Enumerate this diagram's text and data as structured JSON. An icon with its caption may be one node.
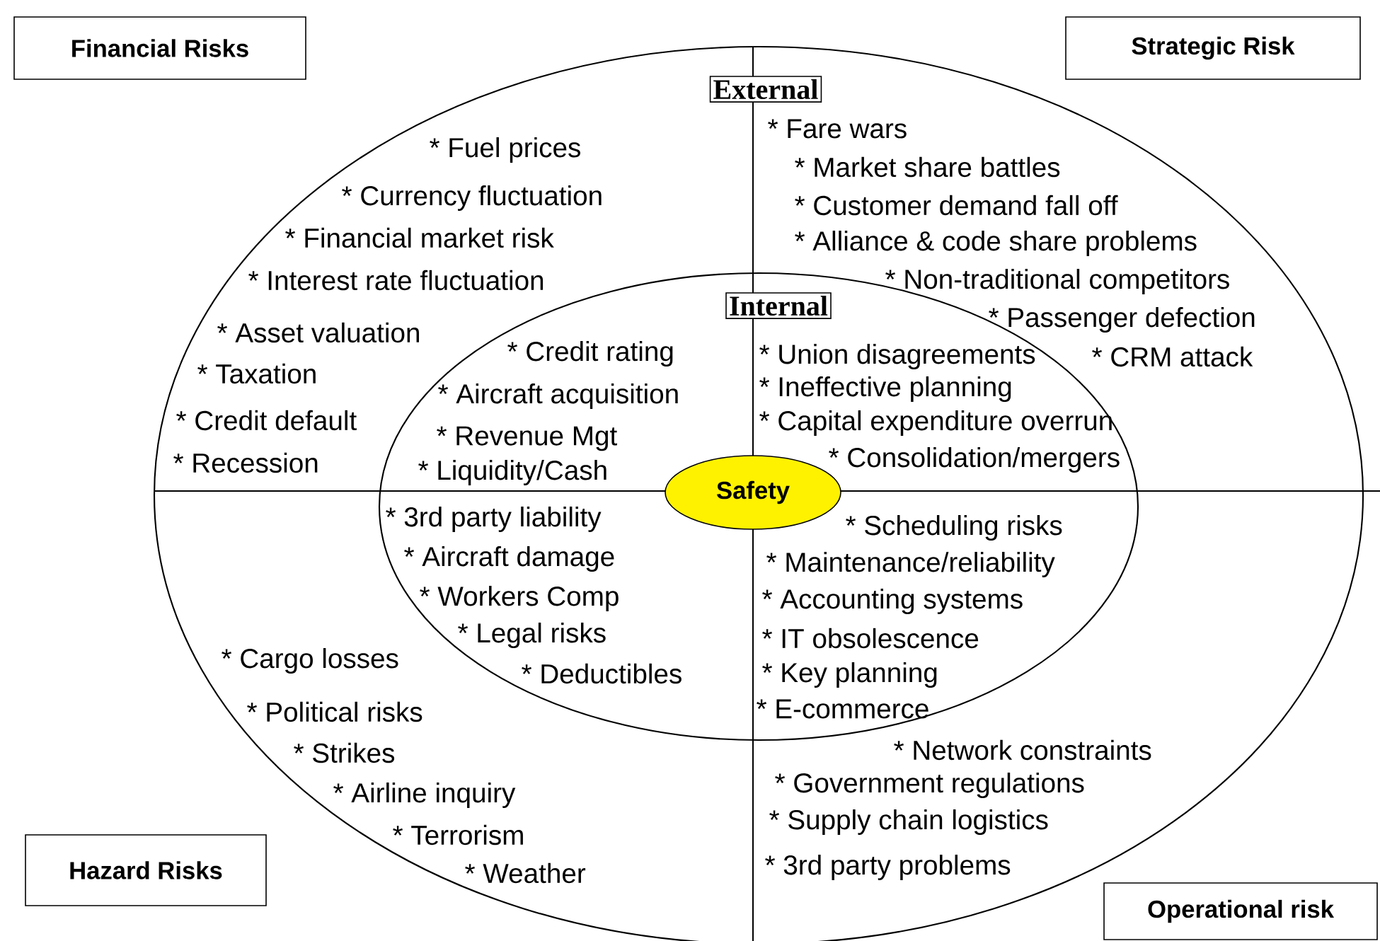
{
  "diagram": {
    "nodes": [
      {
        "text": [
          "Financial Risks"
        ]
      },
      {
        "text": [
          "Strategic Risk"
        ]
      },
      {
        "text": [
          "Hazard Risks"
        ]
      },
      {
        "text": [
          "Operational risk"
        ]
      },
      {
        "text": [
          "External"
        ]
      },
      {
        "text": [
          "Internal"
        ],
        "in": 4
      },
      {
        "text": [
          "Safety"
        ],
        "in": 5
      }
    ],
    "labels": [
      "* Fuel prices",
      "* Currency fluctuation",
      "* Financial market risk",
      "* Interest rate fluctuation",
      "* Asset valuation",
      "* Taxation",
      "* Credit default",
      "* Recession",
      "* Credit rating",
      "* Aircraft acquisition",
      "* Revenue Mgt",
      "* Liquidity/Cash",
      "* Fare wars",
      "* Market share battles",
      "* Customer demand fall off",
      "* Alliance & code share problems",
      "* Non-traditional competitors",
      "* Passenger defection",
      "* Union disagreements",
      "* CRM attack",
      "* Ineffective planning",
      "* Capital expenditure overrun",
      "* Consolidation/mergers",
      "* 3rd party liability",
      "* Aircraft damage",
      "* Workers Comp",
      "* Legal risks",
      "* Deductibles",
      "* Cargo losses",
      "* Political risks",
      "* Strikes",
      "* Airline inquiry",
      "* Terrorism",
      "* Weather",
      "* Scheduling risks",
      "* Maintenance/reliability",
      "* Accounting systems",
      "* IT obsolescence",
      "* Key planning",
      "* E-commerce",
      "* Network constraints",
      "* Government regulations",
      "* Supply chain logistics",
      "* 3rd party problems"
    ]
  }
}
